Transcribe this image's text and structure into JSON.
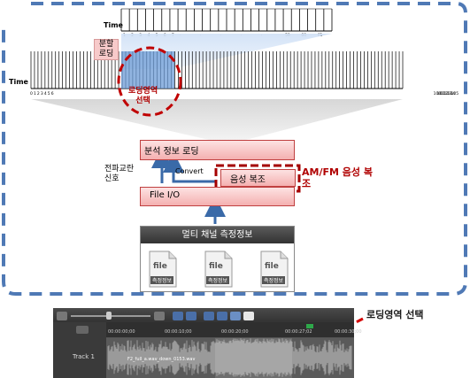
{
  "zoom_timeline": {
    "axis_label": "Time",
    "tick_labels": [
      "1",
      "2",
      "3",
      "4",
      "5",
      "6",
      "7",
      "·",
      "·",
      "·",
      "·",
      "·",
      "59",
      "60",
      "61"
    ]
  },
  "split_loading_label": "분할\n로딩",
  "main_timeline": {
    "axis_label": "Time",
    "tick_labels": [
      "0",
      "1",
      "2",
      "3",
      "4",
      "5",
      "6",
      "",
      "",
      "",
      "",
      "",
      "",
      "",
      "",
      "",
      "",
      "",
      "",
      "",
      "",
      "",
      "",
      "",
      "",
      "",
      "",
      "",
      "",
      "",
      "",
      "",
      "",
      "",
      "",
      "",
      "",
      "",
      "",
      "",
      "",
      "",
      "",
      "",
      "",
      "",
      "",
      "",
      "",
      "",
      "",
      "",
      "",
      "",
      "",
      "",
      "",
      "",
      "",
      "",
      "",
      "",
      "",
      "",
      "",
      "",
      "",
      "",
      "",
      "",
      "",
      "",
      "",
      "",
      "",
      "",
      "",
      "",
      "",
      "",
      "",
      "",
      "",
      "",
      "",
      "",
      "",
      "",
      "",
      "",
      "",
      "",
      "",
      "",
      "",
      "",
      "",
      "",
      "",
      "",
      "",
      "",
      "",
      "",
      "",
      "",
      "",
      "",
      "",
      "",
      "",
      "",
      "",
      "",
      "",
      "100",
      "101",
      "102",
      "103",
      "104",
      "105"
    ]
  },
  "region_select_label": "로딩영역\n선택",
  "analysis_box_label": "분석 정보 로딩",
  "convert_label": "Convert",
  "radio_signal_label": "전파교란\n신호",
  "demod_box_label": "음성 복조",
  "amfm_label": "AM/FM 음성 복\n조",
  "fileio_box_label": "File I/O",
  "multichannel_header": "멀티 채널 측정정보",
  "files": [
    {
      "icon": "file",
      "tag": "측정정보"
    },
    {
      "icon": "file",
      "tag": "측정정보"
    },
    {
      "icon": "file",
      "tag": "측정정보"
    }
  ],
  "editor": {
    "track_label": "Track 1",
    "clip_name": "F2_full_a.wav_down_0153.wav",
    "ruler_times": [
      "00:00:00;00",
      "00:00:10;00",
      "00:00:20;00",
      "00:00:27;02",
      "00:00:30;00"
    ],
    "select_annotation": "로딩영역 선택"
  },
  "colors": {
    "frame_dash": "#4f79b5",
    "highlight_red": "#c00000",
    "arrow_blue": "#3a6aa8",
    "pink_box": "#f6c3c3"
  }
}
